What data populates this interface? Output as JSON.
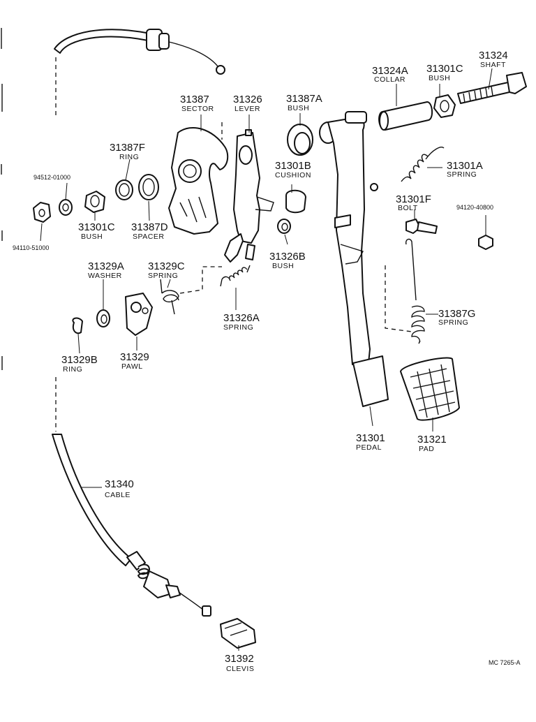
{
  "parts": [
    {
      "id": "sector",
      "number": "31387",
      "name": "SECTOR"
    },
    {
      "id": "lever",
      "number": "31326",
      "name": "LEVER"
    },
    {
      "id": "bush-a",
      "number": "31387A",
      "name": "BUSH"
    },
    {
      "id": "collar",
      "number": "31324A",
      "name": "COLLAR"
    },
    {
      "id": "bush-c-top",
      "number": "31301C",
      "name": "BUSH"
    },
    {
      "id": "shaft",
      "number": "31324",
      "name": "SHAFT"
    },
    {
      "id": "ring-f",
      "number": "31387F",
      "name": "RING"
    },
    {
      "id": "washer-code",
      "number": "94512-01000",
      "name": ""
    },
    {
      "id": "cushion",
      "number": "31301B",
      "name": "CUSHION"
    },
    {
      "id": "spring-a",
      "number": "31301A",
      "name": "SPRING"
    },
    {
      "id": "bolt",
      "number": "31301F",
      "name": "BOLT"
    },
    {
      "id": "nut-right",
      "number": "94120-40800",
      "name": ""
    },
    {
      "id": "bush-c-left",
      "number": "31301C",
      "name": "BUSH"
    },
    {
      "id": "spacer",
      "number": "31387D",
      "name": "SPACER"
    },
    {
      "id": "nut-left",
      "number": "94110-51000",
      "name": ""
    },
    {
      "id": "bush-b",
      "number": "31326B",
      "name": "BUSH"
    },
    {
      "id": "washer",
      "number": "31329A",
      "name": "WASHER"
    },
    {
      "id": "spring-c",
      "number": "31329C",
      "name": "SPRING"
    },
    {
      "id": "spring-26a",
      "number": "31326A",
      "name": "SPRING"
    },
    {
      "id": "spring-g",
      "number": "31387G",
      "name": "SPRING"
    },
    {
      "id": "ring-b",
      "number": "31329B",
      "name": "RING"
    },
    {
      "id": "pawl",
      "number": "31329",
      "name": "PAWL"
    },
    {
      "id": "pedal",
      "number": "31301",
      "name": "PEDAL"
    },
    {
      "id": "pad",
      "number": "31321",
      "name": "PAD"
    },
    {
      "id": "cable",
      "number": "31340",
      "name": "CABLE"
    },
    {
      "id": "clevis",
      "number": "31392",
      "name": "CLEVIS"
    }
  ],
  "figure_code": "MC  7265-A"
}
